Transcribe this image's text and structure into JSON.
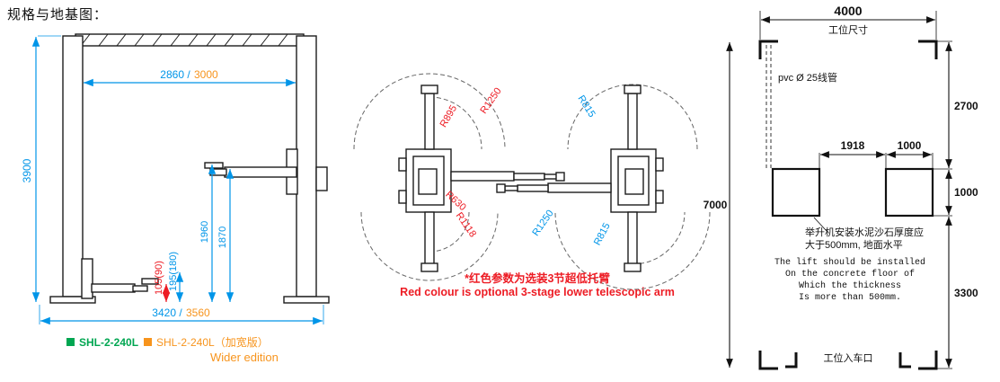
{
  "page": {
    "title": "规格与地基图："
  },
  "colors": {
    "dimension_blue": "#0095e8",
    "wide_version_orange": "#f7941d",
    "optional_red": "#ed1c24",
    "model_green": "#00a651"
  },
  "front_view": {
    "width_dim": {
      "standard": "2860",
      "sep": "/",
      "wide": "3000"
    },
    "height_dim": "3900",
    "arm_height_max": "1960",
    "arm_height_alt": "1870",
    "pad_min_optional": "105(90)",
    "pad_min_standard": "195(180)",
    "base_dim": {
      "standard": "3420",
      "sep": "/",
      "wide": "3560"
    },
    "legend": {
      "standard_label": "SHL-2-240L",
      "wide_label": "SHL-2-240L（加宽版）",
      "wide_sub": "Wider edition"
    }
  },
  "top_view": {
    "radii": {
      "r895": "R895",
      "r1250_red": "R1250",
      "r815_top": "R815",
      "r630": "R630",
      "r1118": "R1118",
      "r1250_blue": "R1250",
      "r815_bottom": "R815"
    },
    "note_cn": "*红色参数为选装3节超低托臂",
    "note_en": "Red colour is optional 3-stage lower telescopic arm"
  },
  "foundation": {
    "width_dim": "4000",
    "width_label": "工位尺寸",
    "col_gap_dim": "1918",
    "col_width_dim": "1000",
    "left_dim": "7000",
    "right_top_dim": "2700",
    "right_mid_dim": "1000",
    "right_bottom_dim": "3300",
    "pvc_label": "pvc Ø 25线管",
    "note_cn_1": "举升机安装水泥沙石厚度应",
    "note_cn_2": "大于500mm, 地面水平",
    "note_en_1": "The lift should be installed",
    "note_en_2": "On the concrete floor of",
    "note_en_3": "Which the thickness",
    "note_en_4": "Is more than 500mm.",
    "entrance_label": "工位入车口"
  }
}
